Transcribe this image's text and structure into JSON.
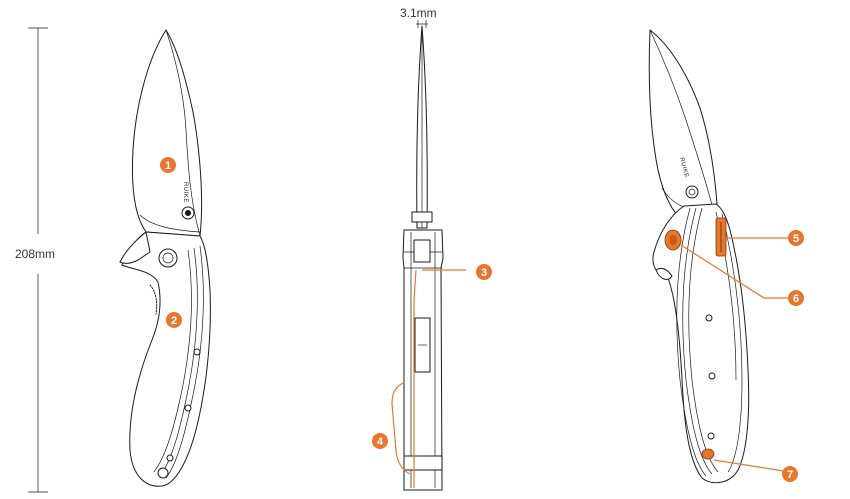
{
  "dimensions": {
    "length": "208mm",
    "blade_thickness": "3.1mm"
  },
  "brand": "RUIKE",
  "callouts": [
    {
      "number": "1"
    },
    {
      "number": "2"
    },
    {
      "number": "3"
    },
    {
      "number": "4"
    },
    {
      "number": "5"
    },
    {
      "number": "6"
    },
    {
      "number": "7"
    }
  ],
  "colors": {
    "accent": "#e8772e",
    "line": "#1a1a1a",
    "background": "#ffffff"
  }
}
